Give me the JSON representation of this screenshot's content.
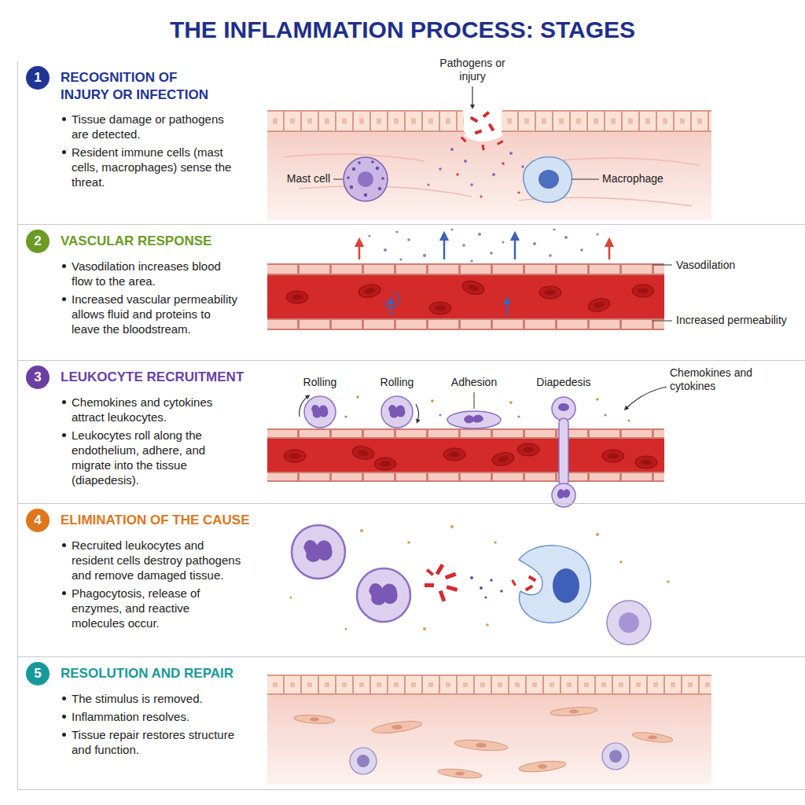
{
  "diagram": {
    "title": "THE INFLAMMATION PROCESS: STAGES",
    "nodes": [
      {
        "text": [
          "RECOGNITION OF INJURY OR INFECTION",
          "Tissue damage or pathogens are detected.",
          "Resident immune cells (mast cells, macrophages) sense the threat."
        ]
      },
      {
        "text": [
          "1"
        ],
        "in": 0
      },
      {
        "text": [
          "VASCULAR RESPONSE",
          "Vasodilation increases blood flow to the area.",
          "Increased vascular permeability allows fluid and proteins to leave the bloodstream."
        ]
      },
      {
        "text": [
          "2"
        ],
        "in": 2
      },
      {
        "text": [
          "LEUKOCYTE RECRUITMENT",
          "Chemokines and cytokines attract leukocytes.",
          "Leukocytes roll along the endothelium, adhere, and migrate into the tissue (diapedesis)."
        ]
      },
      {
        "text": [
          "3"
        ],
        "in": 4
      },
      {
        "text": [
          "ELIMINATION OF THE CAUSE",
          "Recruited leukocytes and resident cells destroy pathogens and remove damaged tissue.",
          "Phagocytosis, release of enzymes, and reactive molecules occur."
        ]
      },
      {
        "text": [
          "4"
        ],
        "in": 6
      },
      {
        "text": [
          "RESOLUTION AND REPAIR",
          "The stimulus is removed.",
          "Inflammation resolves.",
          "Tissue repair restores structure and function."
        ]
      },
      {
        "text": [
          "5"
        ],
        "in": 8
      }
    ],
    "labels": [
      "Pathogens or injury",
      "Mast cell",
      "Macrophage",
      "Vasodilation",
      "Increased permeability",
      "Rolling",
      "Rolling",
      "Adhesion",
      "Diapedesis",
      "Chemokines and cytokines"
    ]
  }
}
